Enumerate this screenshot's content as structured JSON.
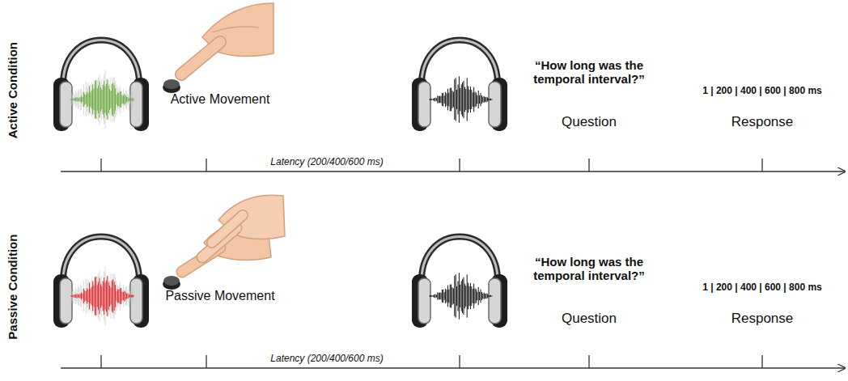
{
  "diagram": {
    "labels": [
      "Active Condition",
      "Active Movement",
      "Latency (200/400/600 ms)",
      "“How long was the temporal interval?”",
      "Question",
      "1 | 200 | 400 | 600 | 800 ms",
      "Response",
      "Passive Condition",
      "Passive Movement",
      "Latency (200/400/600 ms)",
      "“How long was the temporal interval?”",
      "Question",
      "1 | 200 | 400 | 600 | 800 ms",
      "Response"
    ]
  }
}
